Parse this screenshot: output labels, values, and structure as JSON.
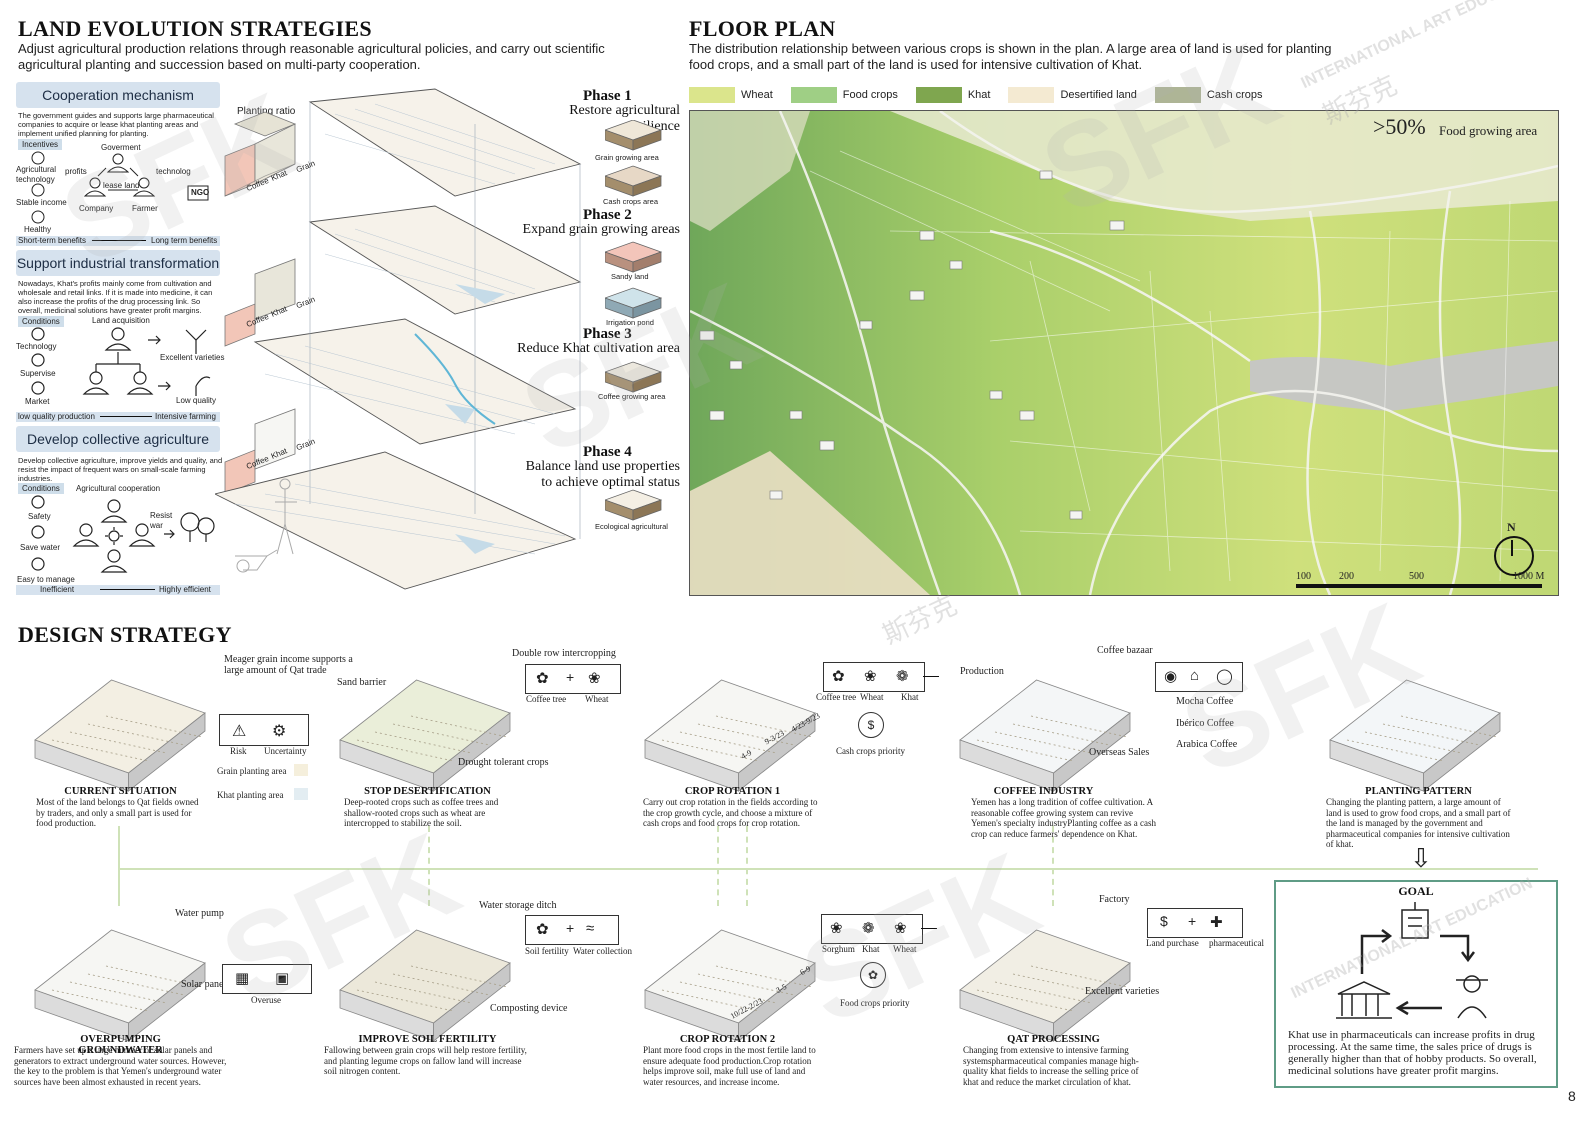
{
  "land": {
    "title": "LAND EVOLUTION STRATEGIES",
    "lead": "Adjust agricultural production relations through reasonable agricultural policies, and carry out scientific agricultural planting and succession based on multi-party cooperation.",
    "coop": {
      "title": "Cooperation mechanism",
      "desc": "The government guides and supports large pharmaceutical companies to acquire or lease khat planting areas and implement unified planning for planting.",
      "tag": "Incentives",
      "items": [
        "Agricultural technology",
        "Stable income",
        "Healthy"
      ],
      "nodes": {
        "gov": "Goverment",
        "company": "Company",
        "farmer": "Farmer",
        "profits": "profits",
        "tech": "technolog",
        "lease": "lease land",
        "ngo": "NGO"
      },
      "from": "Short-term benefits",
      "to": "Long term benefits"
    },
    "industrial": {
      "title": "Support industrial transformation",
      "desc": "Nowadays, Khat's profits mainly come from cultivation and wholesale and retail links. If it is made into medicine, it can also increase the profits of the drug processing link. So overall, medicinal solutions have greater profit margins.",
      "tag": "Conditions",
      "items": [
        "Technology",
        "Supervise",
        "Market"
      ],
      "land_acq": "Land acquisition",
      "excellent": "Excellent varieties",
      "low_quality": "Low quality",
      "from": "low quality production",
      "to": "Intensive farming"
    },
    "collective": {
      "title": "Develop collective agriculture",
      "desc": "Develop collective agriculture, improve yields and quality, and resist the impact of frequent wars on small-scale farming industries.",
      "tag": "Conditions",
      "items": [
        "Safety",
        "Save water",
        "Easy to manage"
      ],
      "coop_label": "Agricultural cooperation",
      "resist": "Resist war",
      "from": "Inefficient",
      "to": "Highly efficient"
    },
    "planting_ratio": "Planting ratio",
    "ratio_labels": [
      "Coffee",
      "Khat",
      "Grain"
    ],
    "phases": [
      {
        "title": "Phase 1",
        "subtitle": "Restore agricultural resilience"
      },
      {
        "title": "Phase 2",
        "subtitle": "Expand grain growing areas"
      },
      {
        "title": "Phase 3",
        "subtitle": "Reduce Khat cultivation area"
      },
      {
        "title": "Phase 4",
        "subtitle": "Balance land use properties to achieve optimal status"
      }
    ],
    "cube_labels": [
      "Grain growing area",
      "Cash crops area",
      "Sandy land",
      "Irrigation pond",
      "Coffee growing area",
      "Ecological agricultural"
    ]
  },
  "floor": {
    "title": "FLOOR PLAN",
    "lead": "The distribution relationship between various crops is shown in the plan. A large area of land is used for planting food crops, and a small part of the land is used for intensive cultivation of Khat.",
    "legend": [
      {
        "label": "Wheat",
        "color": "#dbe58c"
      },
      {
        "label": "Food crops",
        "color": "#9fcf85"
      },
      {
        "label": "Khat",
        "color": "#7fa64f"
      },
      {
        "label": "Desertified land",
        "color": "#f4ead2"
      },
      {
        "label": "Cash crops",
        "color": "#aeb596"
      }
    ],
    "map_note_big": ">50%",
    "map_note": "Food growing area",
    "north": "N",
    "scale": [
      "100",
      "200",
      "500",
      "1000 M"
    ]
  },
  "design": {
    "title": "DESIGN STRATEGY",
    "current": {
      "title": "CURRENT SITUATION",
      "body": "Most of the land belongs to Qat fields owned by traders, and only a small part is used for food production.",
      "callout": "Meager grain income supports a large amount of Qat trade",
      "icons": [
        "Risk",
        "Uncertainty"
      ],
      "legend": [
        "Grain planting area",
        "Khat planting area"
      ]
    },
    "desert": {
      "title": "STOP DESERTIFICATION",
      "body": "Deep-rooted crops such as coffee trees and shallow-rooted crops such as wheat are intercropped to stabilize the soil.",
      "labels": [
        "Double row intercropping",
        "Sand barrier",
        "Drought tolerant crops"
      ],
      "icons": [
        "Coffee tree",
        "Wheat"
      ]
    },
    "rot1": {
      "title": "CROP ROTATION 1",
      "body": "Carry out crop rotation in the fields according to the crop growth cycle, and choose a mixture of cash crops and food crops for crop rotation.",
      "icons": [
        "Coffee tree",
        "Wheat",
        "Khat"
      ],
      "priority": "Cash crops priority",
      "dates": [
        "4-9",
        "9-3/23",
        "4/23-9/23"
      ]
    },
    "coffee": {
      "title": "COFFEE INDUSTRY",
      "body": "Yemen has a long tradition of coffee cultivation. A reasonable coffee growing system can revive Yemen's specialty industryPlanting coffee as a cash crop can reduce farmers' dependence on Khat.",
      "labels": [
        "Coffee bazaar",
        "Production",
        "Overseas Sales"
      ],
      "varieties": [
        "Mocha Coffee",
        "Ibérico Coffee",
        "Arabica Coffee"
      ]
    },
    "pattern": {
      "title": "PLANTING PATTERN",
      "body": "Changing the planting pattern, a large amount of land is used to grow food crops, and a small part of the land is managed by the government and pharmaceutical companies for intensive cultivation of khat."
    },
    "pump": {
      "title": "OVERPUMPING GROUNDWATER",
      "body": "Farmers have set up a large number of solar panels and generators to extract underground water sources. However, the key to the problem is that Yemen's underground water sources have been almost exhausted in recent years.",
      "labels": [
        "Water pump",
        "Solar panels"
      ],
      "icon": "Overuse"
    },
    "soil": {
      "title": "IMPROVE SOIL FERTILITY",
      "body": "Fallowing between grain crops will help restore fertility, and planting legume crops on fallow land will increase soil nitrogen content.",
      "labels": [
        "Water storage ditch",
        "Composting device"
      ],
      "icons": [
        "Soil fertility",
        "Water collection"
      ]
    },
    "rot2": {
      "title": "CROP ROTATION 2",
      "body": "Plant more food crops in the most fertile land to ensure adequate food production.Crop rotation helps improve soil, make full use of land and water resources, and increase income.",
      "icons": [
        "Sorghum",
        "Khat",
        "Wheat"
      ],
      "priority": "Food crops priority",
      "dates": [
        "10/22-2/23",
        "3-5",
        "6-9"
      ]
    },
    "qat": {
      "title": "QAT PROCESSING",
      "body": "Changing from extensive to intensive farming systemspharmaceutical companies manage high-quality khat fields to increase the selling price of khat and reduce the market circulation of khat.",
      "labels": [
        "Factory",
        "Excellent varieties"
      ],
      "icons": [
        "Land purchase",
        "pharmaceutical"
      ]
    },
    "goal": {
      "title": "GOAL",
      "body": "Khat use in pharmaceuticals can increase profits in drug processing. At the same time, the sales price of drugs is generally higher than that of hobby products. So overall, medicinal solutions have greater profit margins."
    }
  },
  "page_number": "8",
  "watermark": [
    "SFK",
    "INTERNATIONAL ART EDUCATION",
    "斯芬克"
  ],
  "colors": {
    "accent_green": "#5f9c86",
    "pill_blue": "#d6e2ee",
    "axis_line": "#cfe2b8"
  }
}
